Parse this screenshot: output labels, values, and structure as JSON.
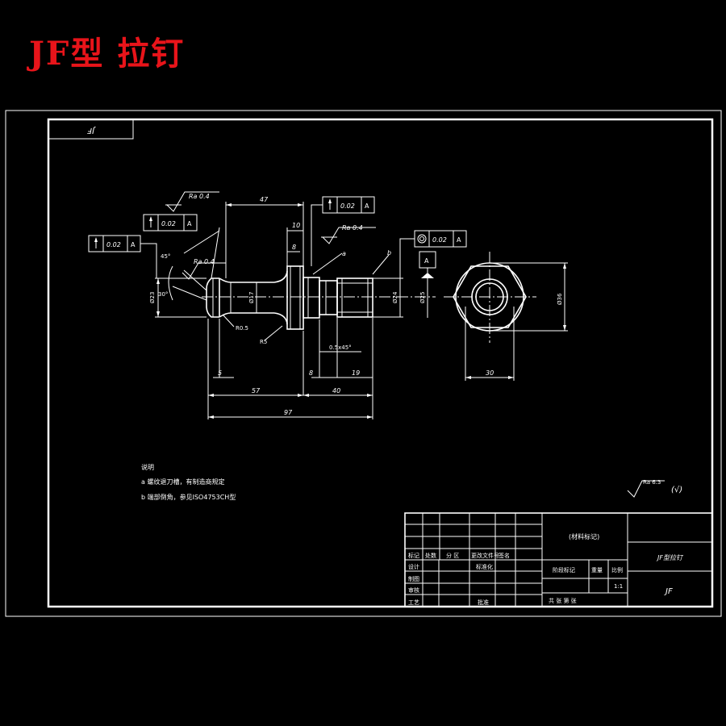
{
  "title": "JF型 拉钉",
  "drawing": {
    "code_box": "JF",
    "dims": {
      "d47": "47",
      "d10": "10",
      "d8_top": "8",
      "d5": "5",
      "d8_bot": "8",
      "d19": "19",
      "d57": "57",
      "d40": "40",
      "d97": "97",
      "d30": "30",
      "phi23": "Ø23",
      "phi17": "Ø17",
      "phi24": "Ø24",
      "phi25": "Ø25",
      "phi36": "Ø36",
      "r05": "R0.5",
      "r5": "R5",
      "chamfer": "0.5x45°",
      "ang45": "45°",
      "ang30": "30°",
      "label_a": "a",
      "label_b": "b"
    },
    "roughness": {
      "r1": "Ra 0.4",
      "r2": "Ra 0.4",
      "r3": "Ra 0.4",
      "general": "Ra 6.3",
      "general_tail": "(√)"
    },
    "tolerance": {
      "t1_value": "0.02",
      "t1_datum": "A",
      "t2_value": "0.02",
      "t2_datum": "A",
      "t3_value": "0.02",
      "t3_datum": "A",
      "t4_value": "0.02",
      "t4_datum": "A",
      "datum_label": "A"
    },
    "notes": {
      "heading": "说明",
      "a": "a 螺纹退刀槽，有制造商规定",
      "b": "b 端部倒角，参见ISO4753CH型"
    }
  },
  "title_block": {
    "material": "(材料标记)",
    "name": "JF型拉钉",
    "code": "JF",
    "headers": [
      "标记",
      "处数",
      "分 区",
      "更改文件号",
      "签名"
    ],
    "rows": [
      "设计",
      "制图",
      "审核",
      "工艺"
    ],
    "standardize": "标准化",
    "approve": "批准",
    "stage_mark": "阶段标记",
    "weight": "重量",
    "scale": "比例",
    "scale_value": "1:1",
    "sheets": "共  张 第  张"
  }
}
